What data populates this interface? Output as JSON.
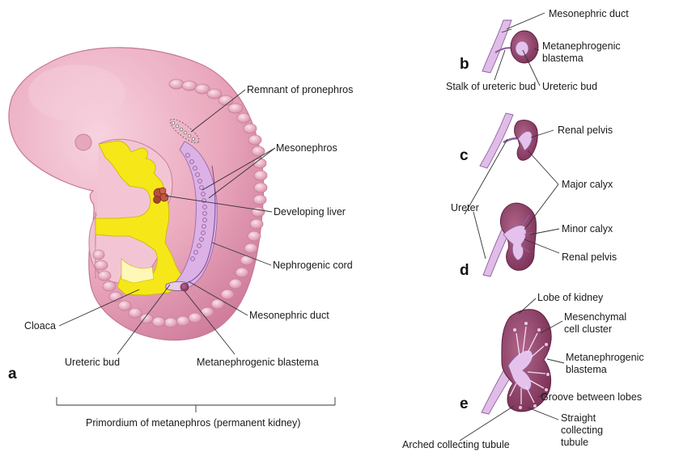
{
  "panels": {
    "a": "a",
    "b": "b",
    "c": "c",
    "d": "d",
    "e": "e"
  },
  "labels_a": {
    "remnant_pronephros": "Remnant of pronephros",
    "mesonephros": "Mesonephros",
    "developing_liver": "Developing liver",
    "nephrogenic_cord": "Nephrogenic cord",
    "mesonephric_duct": "Mesonephric duct",
    "cloaca": "Cloaca",
    "ureteric_bud": "Ureteric bud",
    "metanephrogenic_blastema": "Metanephrogenic blastema",
    "primordium": "Primordium of metanephros (permanent kidney)"
  },
  "labels_b": {
    "mesonephric_duct": "Mesonephric duct",
    "metanephrogenic_1": "Metanephrogenic",
    "metanephrogenic_2": "blastema",
    "stalk": "Stalk of ureteric bud",
    "ureteric_bud": "Ureteric bud"
  },
  "labels_cd": {
    "renal_pelvis_c": "Renal pelvis",
    "major_calyx": "Major calyx",
    "ureter": "Ureter",
    "minor_calyx": "Minor calyx",
    "renal_pelvis_d": "Renal pelvis"
  },
  "labels_e": {
    "lobe": "Lobe of kidney",
    "mesenchymal_1": "Mesenchymal",
    "mesenchymal_2": "cell cluster",
    "metanephrogenic_1": "Metanephrogenic",
    "metanephrogenic_2": "blastema",
    "groove": "Groove between lobes",
    "arched": "Arched collecting tubule",
    "straight_1": "Straight",
    "straight_2": "collecting",
    "straight_3": "tubule"
  },
  "colors": {
    "embryo": "#e9a2b8",
    "embryo_dark": "#c87393",
    "gut": "#f6e819",
    "kidney": "#94416a",
    "duct": "#dcb2e6"
  }
}
